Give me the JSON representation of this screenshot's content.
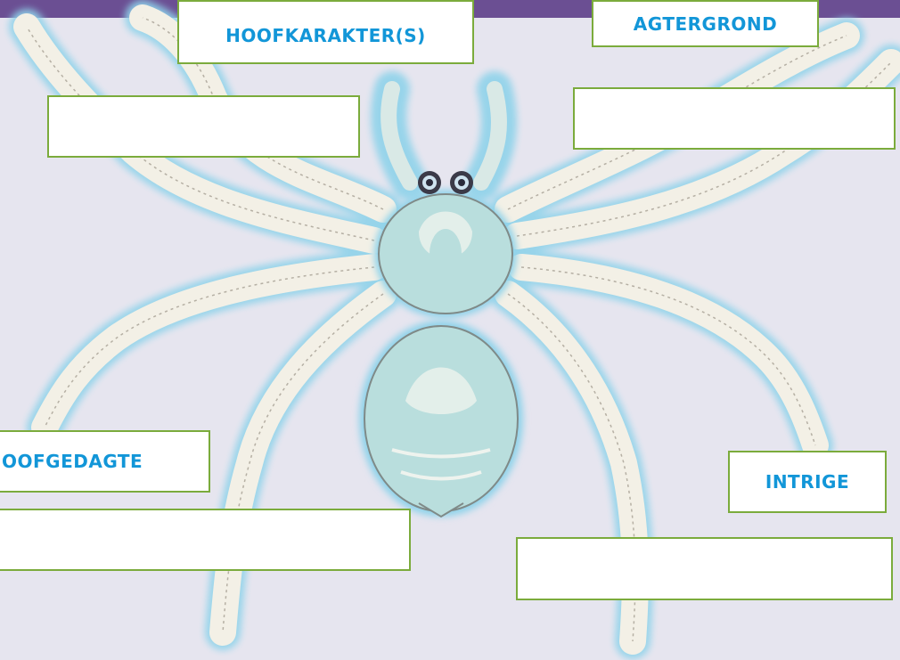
{
  "colors": {
    "background": "#e6e5ef",
    "topbar": "#6b4f93",
    "label_text": "#1296d8",
    "box_border": "#7bab3c",
    "spider_fill": "#f3f0e6",
    "spider_glow": "#8fd3ea",
    "spider_body": "#b9dedd"
  },
  "labels": {
    "main_characters": "HOOFKARAKTER(S)",
    "setting": "AGTERGROND",
    "theme": "OOFGEDAGTE",
    "plot": "INTRIGE"
  },
  "answer_boxes": {
    "main_characters": "",
    "setting": "",
    "theme": "",
    "plot": ""
  },
  "icons": {
    "illustration": "spider-icon"
  }
}
